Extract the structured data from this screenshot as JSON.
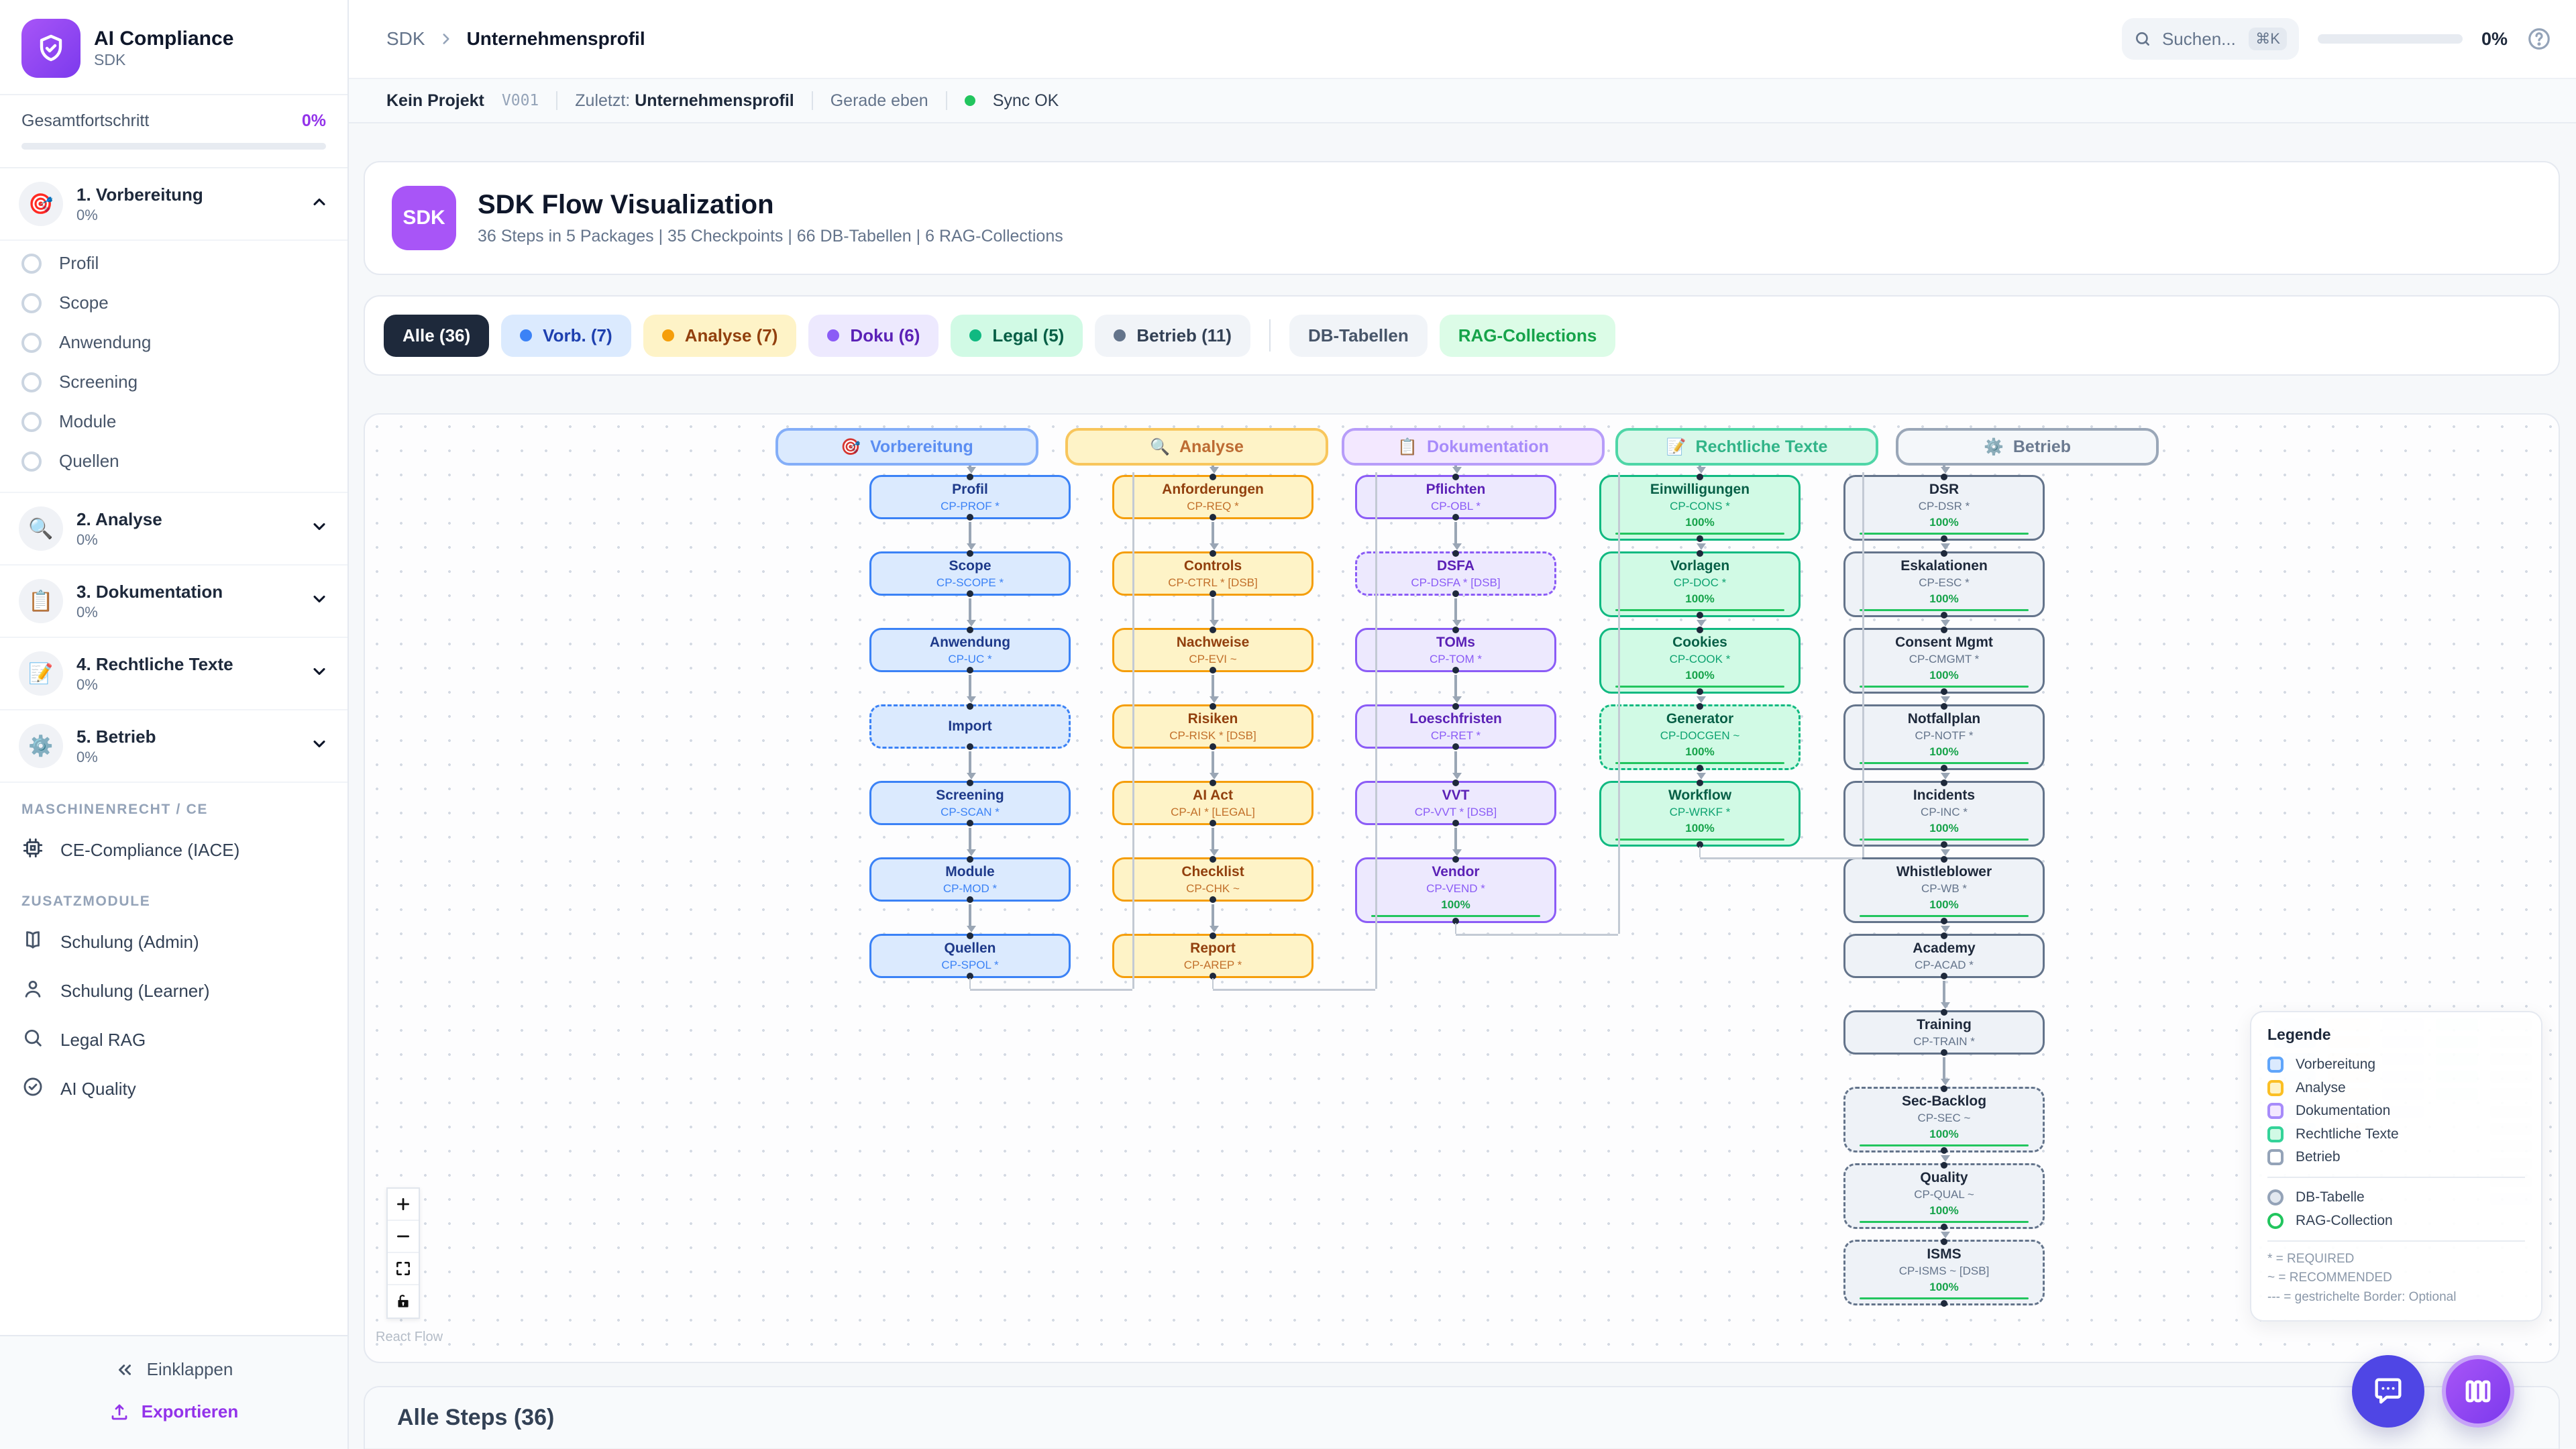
{
  "sidebar": {
    "brand": {
      "title": "AI Compliance",
      "subtitle": "SDK"
    },
    "progress": {
      "label": "Gesamtfortschritt",
      "value": "0%",
      "percent": 0
    },
    "packages": [
      {
        "name": "1. Vorbereitung",
        "pct": "0%",
        "icon": "🎯",
        "expanded": true,
        "steps": [
          "Profil",
          "Scope",
          "Anwendung",
          "Screening",
          "Module",
          "Quellen"
        ]
      },
      {
        "name": "2. Analyse",
        "pct": "0%",
        "icon": "🔍",
        "expanded": false
      },
      {
        "name": "3. Dokumentation",
        "pct": "0%",
        "icon": "📋",
        "expanded": false
      },
      {
        "name": "4. Rechtliche Texte",
        "pct": "0%",
        "icon": "📝",
        "expanded": false
      },
      {
        "name": "5. Betrieb",
        "pct": "0%",
        "icon": "⚙️",
        "expanded": false
      }
    ],
    "sections": [
      {
        "label": "MASCHINENRECHT / CE",
        "items": [
          {
            "label": "CE-Compliance (IACE)",
            "icon": "cpu"
          }
        ]
      },
      {
        "label": "ZUSATZMODULE",
        "items": [
          {
            "label": "Schulung (Admin)",
            "icon": "book"
          },
          {
            "label": "Schulung (Learner)",
            "icon": "user"
          },
          {
            "label": "Legal RAG",
            "icon": "search"
          },
          {
            "label": "AI Quality",
            "icon": "check-circle"
          }
        ]
      }
    ],
    "footer": {
      "collapse": "Einklappen",
      "export": "Exportieren"
    }
  },
  "topbar": {
    "breadcrumb_root": "SDK",
    "breadcrumb_current": "Unternehmensprofil",
    "search_placeholder": "Suchen...",
    "search_shortcut": "⌘K",
    "progress_value": "0%"
  },
  "statusbar": {
    "project": "Kein Projekt",
    "version": "V001",
    "last_label": "Zuletzt:",
    "last_value": "Unternehmensprofil",
    "time": "Gerade eben",
    "sync": "Sync OK",
    "sync_color": "#22c55e"
  },
  "hero": {
    "badge": "SDK",
    "title": "SDK Flow Visualization",
    "subtitle": "36 Steps in 5 Packages | 35 Checkpoints | 66 DB-Tabellen | 6 RAG-Collections"
  },
  "filters": [
    {
      "label": "Alle (36)",
      "active": true,
      "bg": "#1e293b",
      "fg": "#ffffff",
      "dot": null
    },
    {
      "label": "Vorb. (7)",
      "bg": "#dbeafe",
      "fg": "#1e40af",
      "dot": "#3b82f6"
    },
    {
      "label": "Analyse (7)",
      "bg": "#fef3c7",
      "fg": "#92400e",
      "dot": "#f59e0b"
    },
    {
      "label": "Doku (6)",
      "bg": "#ede9fe",
      "fg": "#5b21b6",
      "dot": "#8b5cf6"
    },
    {
      "label": "Legal (5)",
      "bg": "#d1fae5",
      "fg": "#065f46",
      "dot": "#10b981"
    },
    {
      "label": "Betrieb (11)",
      "bg": "#f1f4f8",
      "fg": "#334155",
      "dot": "#64748b"
    }
  ],
  "extra_filters": [
    {
      "label": "DB-Tabellen",
      "bg": "#f1f4f8",
      "fg": "#475569"
    },
    {
      "label": "RAG-Collections",
      "bg": "#dcfce7",
      "fg": "#16a34a"
    }
  ],
  "flow": {
    "columns": [
      {
        "key": "blue",
        "label": "Vorbereitung",
        "icon": "🎯",
        "nodes": [
          {
            "label": "Profil",
            "code": "CP-PROF *"
          },
          {
            "label": "Scope",
            "code": "CP-SCOPE *"
          },
          {
            "label": "Anwendung",
            "code": "CP-UC *"
          },
          {
            "label": "Import",
            "code": "",
            "dashed": true
          },
          {
            "label": "Screening",
            "code": "CP-SCAN *"
          },
          {
            "label": "Module",
            "code": "CP-MOD *"
          },
          {
            "label": "Quellen",
            "code": "CP-SPOL *"
          }
        ]
      },
      {
        "key": "yellow",
        "label": "Analyse",
        "icon": "🔍",
        "nodes": [
          {
            "label": "Anforderungen",
            "code": "CP-REQ *"
          },
          {
            "label": "Controls",
            "code": "CP-CTRL * [DSB]"
          },
          {
            "label": "Nachweise",
            "code": "CP-EVI ~"
          },
          {
            "label": "Risiken",
            "code": "CP-RISK * [DSB]"
          },
          {
            "label": "AI Act",
            "code": "CP-AI * [LEGAL]"
          },
          {
            "label": "Checklist",
            "code": "CP-CHK ~"
          },
          {
            "label": "Report",
            "code": "CP-AREP *"
          }
        ]
      },
      {
        "key": "purple",
        "label": "Dokumentation",
        "icon": "📋",
        "nodes": [
          {
            "label": "Pflichten",
            "code": "CP-OBL *"
          },
          {
            "label": "DSFA",
            "code": "CP-DSFA * [DSB]",
            "dashed": true
          },
          {
            "label": "TOMs",
            "code": "CP-TOM *"
          },
          {
            "label": "Loeschfristen",
            "code": "CP-RET *"
          },
          {
            "label": "VVT",
            "code": "CP-VVT * [DSB]"
          },
          {
            "label": "Vendor",
            "code": "CP-VEND *",
            "progress": "100%"
          }
        ]
      },
      {
        "key": "green",
        "label": "Rechtliche Texte",
        "icon": "📝",
        "nodes": [
          {
            "label": "Einwilligungen",
            "code": "CP-CONS *",
            "progress": "100%"
          },
          {
            "label": "Vorlagen",
            "code": "CP-DOC *",
            "progress": "100%"
          },
          {
            "label": "Cookies",
            "code": "CP-COOK *",
            "progress": "100%"
          },
          {
            "label": "Generator",
            "code": "CP-DOCGEN ~",
            "progress": "100%",
            "dashed": true
          },
          {
            "label": "Workflow",
            "code": "CP-WRKF *",
            "progress": "100%"
          }
        ]
      },
      {
        "key": "gray",
        "label": "Betrieb",
        "icon": "⚙️",
        "nodes": [
          {
            "label": "DSR",
            "code": "CP-DSR *",
            "progress": "100%"
          },
          {
            "label": "Eskalationen",
            "code": "CP-ESC *",
            "progress": "100%"
          },
          {
            "label": "Consent Mgmt",
            "code": "CP-CMGMT *",
            "progress": "100%"
          },
          {
            "label": "Notfallplan",
            "code": "CP-NOTF *",
            "progress": "100%"
          },
          {
            "label": "Incidents",
            "code": "CP-INC *",
            "progress": "100%"
          },
          {
            "label": "Whistleblower",
            "code": "CP-WB *",
            "progress": "100%"
          },
          {
            "label": "Academy",
            "code": "CP-ACAD *"
          },
          {
            "label": "Training",
            "code": "CP-TRAIN *"
          },
          {
            "label": "Sec-Backlog",
            "code": "CP-SEC ~",
            "progress": "100%",
            "dashed": true
          },
          {
            "label": "Quality",
            "code": "CP-QUAL ~",
            "progress": "100%",
            "dashed": true
          },
          {
            "label": "ISMS",
            "code": "CP-ISMS ~ [DSB]",
            "progress": "100%",
            "dashed": true
          }
        ]
      }
    ],
    "legend": {
      "title": "Legende",
      "packages": [
        {
          "label": "Vorbereitung",
          "border": "#60a5fa",
          "fill": "#dbeafe"
        },
        {
          "label": "Analyse",
          "border": "#fbbf24",
          "fill": "#fef3c7"
        },
        {
          "label": "Dokumentation",
          "border": "#a78bfa",
          "fill": "#f3e8ff"
        },
        {
          "label": "Rechtliche Texte",
          "border": "#34d399",
          "fill": "#d1fae5"
        },
        {
          "label": "Betrieb",
          "border": "#94a3b8",
          "fill": "#ffffff"
        }
      ],
      "shapes": [
        {
          "label": "DB-Tabelle",
          "border": "#94a3b8",
          "fill": "#e2e8f0"
        },
        {
          "label": "RAG-Collection",
          "border": "#22c55e",
          "fill": "#ffffff"
        }
      ],
      "notes": [
        "* = REQUIRED",
        "~ = RECOMMENDED",
        "--- = gestrichelte Border: Optional"
      ]
    },
    "controls": [
      "zoom-in",
      "zoom-out",
      "fit-view",
      "lock"
    ],
    "attribution": "React Flow"
  },
  "steps_panel": {
    "title": "Alle Steps (36)"
  }
}
